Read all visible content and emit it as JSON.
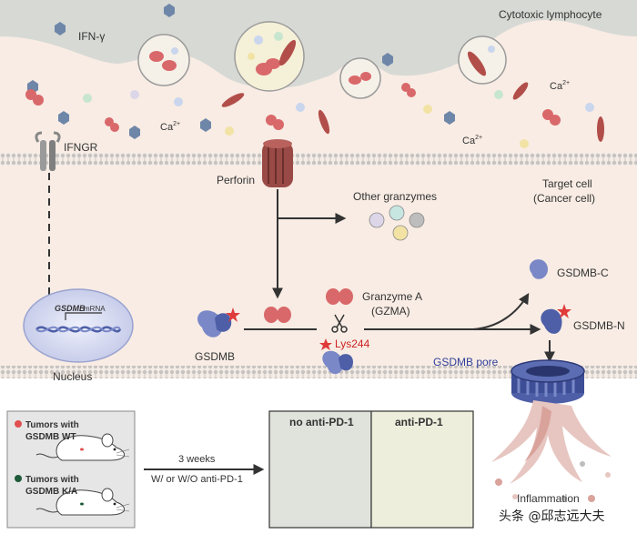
{
  "labels": {
    "ifn_gamma": "IFN-γ",
    "cytotoxic_lymphocyte": "Cytotoxic lymphocyte",
    "ca_base": "Ca",
    "ca_sup": "2+",
    "ifngr": "IFNGR",
    "perforin": "Perforin",
    "other_granzymes": "Other granzymes",
    "target_cell_line1": "Target cell",
    "target_cell_line2": "(Cancer cell)",
    "gsdmb_mrna_gene": "GSDMB",
    "gsdmb_mrna_suffix": "mRNA",
    "nucleus": "Nucleus",
    "gsdmb": "GSDMB",
    "granzyme_a_line1": "Granzyme A",
    "granzyme_a_line2": "(GZMA)",
    "lys244": "Lys244",
    "gsdmb_c": "GSDMB-C",
    "gsdmb_n": "GSDMB-N",
    "gsdmb_pore": "GSDMB pore",
    "inflammation": "Inflammation"
  },
  "experiment": {
    "group1_line1": "Tumors with",
    "group1_line2": "GSDMB WT",
    "group2_line1": "Tumors with",
    "group2_line2": "GSDMB K/A",
    "duration": "3 weeks",
    "treatment": "W/ or W/O anti-PD-1",
    "panel_no_treatment": "no anti-PD-1",
    "panel_treatment": "anti-PD-1"
  },
  "watermark": "头条 @邱志远大夫",
  "colors": {
    "lymphocyte": "#d8dad6",
    "target_cell": "#f8ece4",
    "membrane": "#c9c9c9",
    "gsdmb_blue": "#7a88c8",
    "granzyme_red": "#d9686a",
    "red_label": "#cc2222",
    "pore_blue": "#4e5fa8",
    "tumor_wt": "#e05050",
    "tumor_ka": "#1f5a3a",
    "panel_no": "#dfe3dc",
    "panel_yes": "#eeeedd"
  }
}
